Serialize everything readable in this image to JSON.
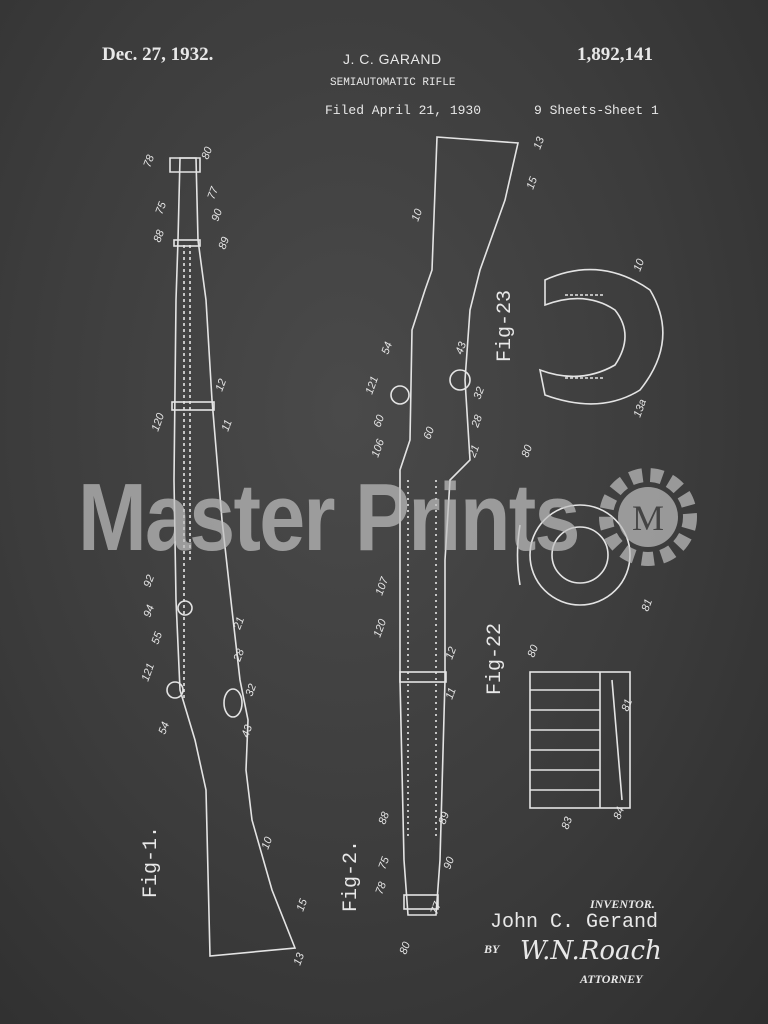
{
  "header": {
    "date": "Dec. 27, 1932.",
    "inventor_header": "J. C. GARAND",
    "patent_number": "1,892,141",
    "title": "SEMIAUTOMATIC RIFLE",
    "filed": "Filed April 21, 1930",
    "sheets": "9 Sheets-Sheet  1"
  },
  "figures": {
    "fig1": "Fig-1.",
    "fig2": "Fig-2.",
    "fig22": "Fig-22",
    "fig23": "Fig-23"
  },
  "signature": {
    "inventor_label": "INVENTOR.",
    "inventor_name": "John C. Gerand",
    "by": "BY",
    "attorney_signature": "W.N.Roach",
    "attorney_label": "ATTORNEY"
  },
  "watermark": {
    "text": "Master Prints",
    "logo_letter": "M"
  },
  "reference_numerals": [
    "78",
    "80",
    "77",
    "75",
    "90",
    "88",
    "89",
    "12",
    "11",
    "120",
    "92",
    "94",
    "21",
    "55",
    "28",
    "121",
    "32",
    "54",
    "43",
    "10",
    "15",
    "13",
    "13",
    "15",
    "10",
    "54",
    "43",
    "121",
    "32",
    "60",
    "60",
    "28",
    "106",
    "21",
    "107",
    "120",
    "12",
    "11",
    "88",
    "89",
    "75",
    "90",
    "78",
    "77",
    "80",
    "10",
    "13a",
    "80",
    "81",
    "80",
    "81",
    "83",
    "84"
  ],
  "colors": {
    "chalk": "#e8e8e8",
    "board": "#3c3c3c"
  }
}
